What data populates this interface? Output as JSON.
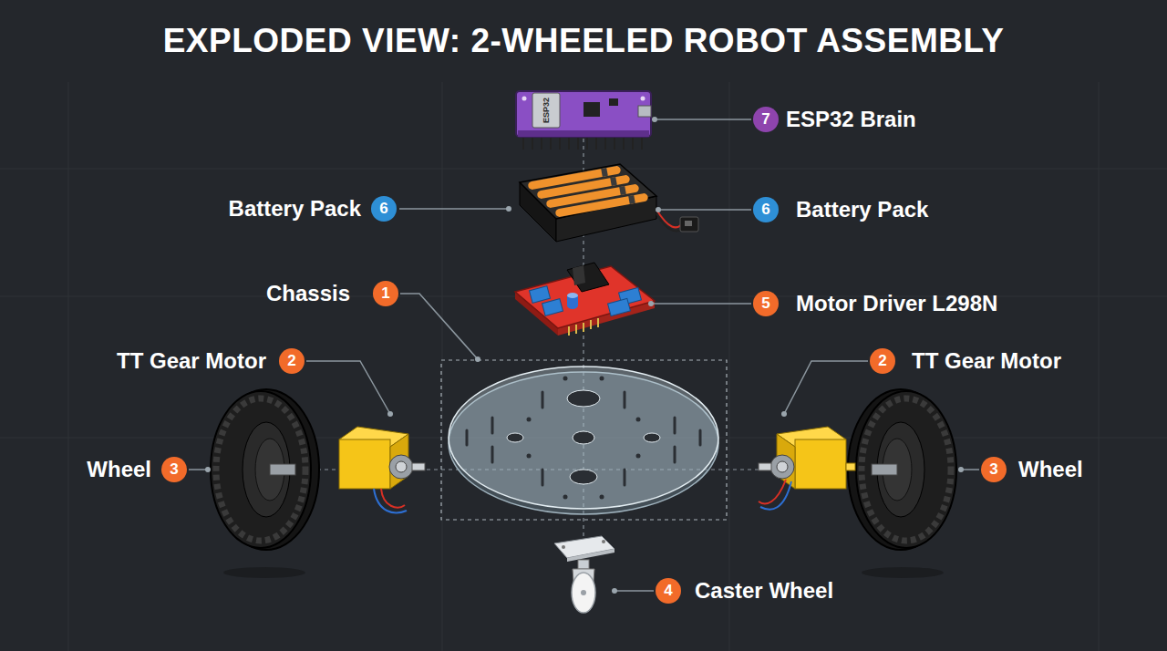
{
  "diagram": {
    "title": "EXPLODED VIEW: 2-WHEELED ROBOT ASSEMBLY",
    "labels": [
      "ESP32",
      "7",
      "ESP32 Brain",
      "Battery Pack",
      "6",
      "6",
      "Battery Pack",
      "Chassis",
      "1",
      "5",
      "Motor Driver L298N",
      "TT Gear Motor",
      "2",
      "2",
      "TT Gear Motor",
      "Wheel",
      "3",
      "3",
      "Wheel",
      "4",
      "Caster Wheel"
    ]
  }
}
